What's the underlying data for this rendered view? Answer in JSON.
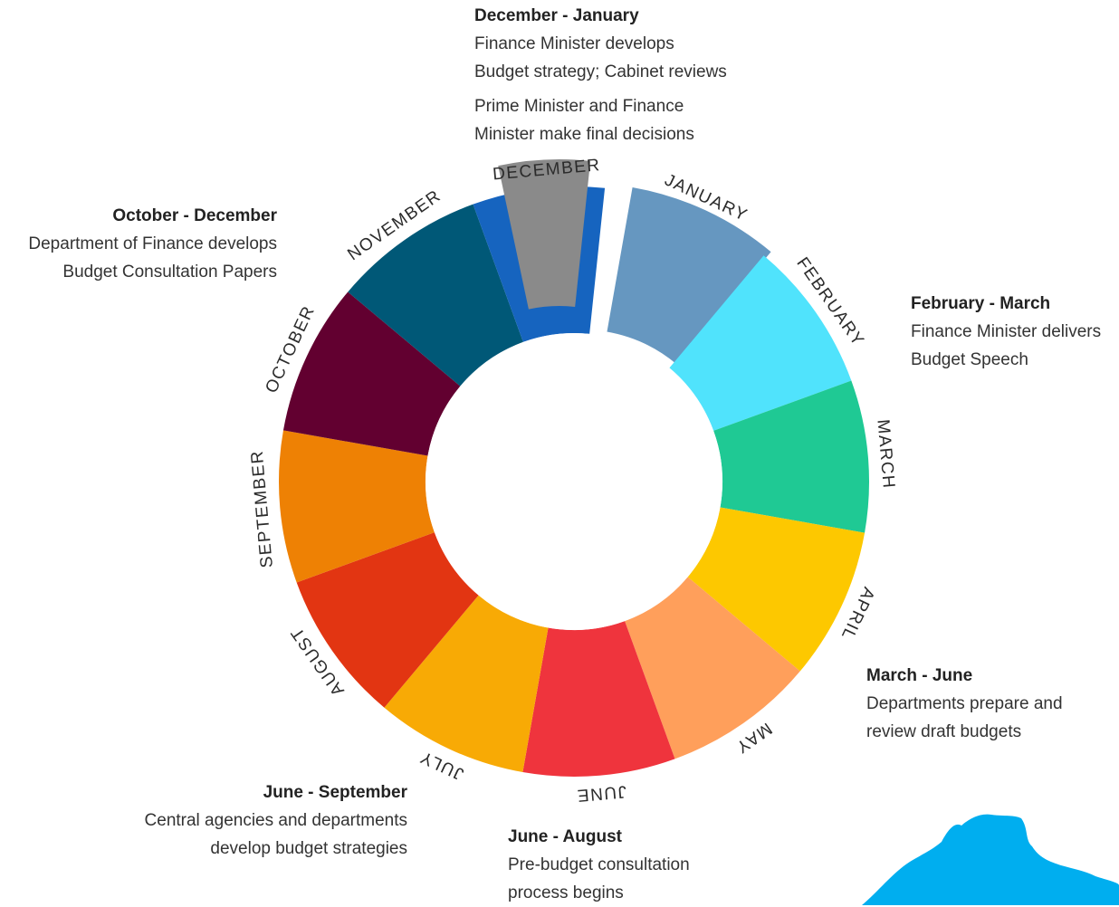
{
  "months": [
    {
      "label": "JANUARY",
      "color": "#6697c0"
    },
    {
      "label": "FEBRUARY",
      "color": "#50e3fc"
    },
    {
      "label": "MARCH",
      "color": "#1fc994"
    },
    {
      "label": "APRIL",
      "color": "#fdc800"
    },
    {
      "label": "MAY",
      "color": "#ff9f5b"
    },
    {
      "label": "JUNE",
      "color": "#ef343d"
    },
    {
      "label": "JULY",
      "color": "#f8aa05"
    },
    {
      "label": "AUGUST",
      "color": "#e23512"
    },
    {
      "label": "SEPTEMBER",
      "color": "#ee8104"
    },
    {
      "label": "OCTOBER",
      "color": "#620030"
    },
    {
      "label": "NOVEMBER",
      "color": "#005877"
    },
    {
      "label": "DECEMBER",
      "color": "#1664bf"
    }
  ],
  "extra_segment_color": "#8a8a8a",
  "map_color": "#00aeef",
  "notes": {
    "dec_jan": {
      "heading": "December - January",
      "lines": [
        "Finance Minister develops",
        "Budget strategy; Cabinet reviews"
      ],
      "lines2": [
        "Prime Minister and Finance",
        "Minister make final decisions"
      ]
    },
    "oct_dec": {
      "heading": "October - December",
      "lines": [
        "Department of Finance develops",
        "Budget Consultation Papers"
      ]
    },
    "feb_mar": {
      "heading": "February - March",
      "lines": [
        "Finance Minister delivers",
        "Budget Speech"
      ]
    },
    "mar_jun": {
      "heading": "March - June",
      "lines": [
        "Departments prepare and",
        "review draft budgets"
      ]
    },
    "jun_sep": {
      "heading": "June - September",
      "lines": [
        "Central agencies and departments",
        "develop budget strategies"
      ]
    },
    "jun_aug": {
      "heading": "June - August",
      "lines": [
        "Pre-budget consultation",
        "process begins"
      ]
    }
  }
}
